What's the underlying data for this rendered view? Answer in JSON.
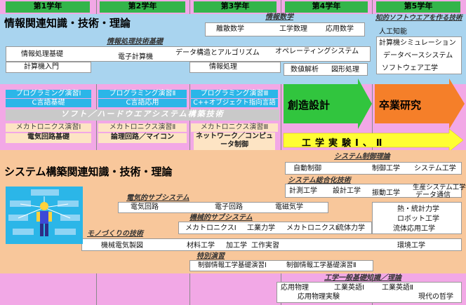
{
  "years": [
    "第1学年",
    "第2学年",
    "第3学年",
    "第4学年",
    "第5学年"
  ],
  "colors": {
    "background": "#f2a8e6",
    "year_header": "#33b54a",
    "info_area": "#a9d4ef",
    "system_area": "#f8c79b",
    "cyan": "#2bb6e8",
    "green_arrow": "#31c53e",
    "orange_arrow": "#f57f29",
    "yellow": "#fffe33"
  },
  "info": {
    "title": "情報関連知識・技術・理論",
    "tech_base_label": "情報処理技術基礎",
    "math_label": "情報数学",
    "software_label": "知的ソフトウエアを作る技術",
    "courses": [
      "情報処理基礎",
      "計算機入門",
      "電子計算機",
      "データ構造とアルゴリズム",
      "情報処理",
      "オペレーティングシステム",
      "数値解析",
      "図形処理",
      "離散数学",
      "工学数理",
      "応用数学",
      "人工知能",
      "計算機シミュレーション",
      "データベースシステム",
      "ソフトウェア工学"
    ]
  },
  "middle": {
    "prog1": "プログラミング演習Ⅰ",
    "prog1_sub": "C言語基礎",
    "prog2": "プログラミング演習Ⅱ",
    "prog2_sub": "C言語応用",
    "prog3": "プログラミング演習Ⅲ",
    "prog3_sub": "C++オブジェクト指向言語",
    "band": "ソフト／ハードウエアシステム構築技術",
    "mecha1": "メカトロニクス演習Ⅰ",
    "mecha1_sub": "電気回路基礎",
    "mecha2": "メカトロニクス演習Ⅱ",
    "mecha2_sub": "論理回路／マイコン",
    "mecha3": "メカトロニクス演習Ⅲ",
    "mecha3_sub": "ネットワーク／コンピュータ制御",
    "creative": "創造設計",
    "graduation": "卒業研究",
    "experiment": "工学実験Ⅰ、Ⅱ"
  },
  "system": {
    "title": "システム構築関連知識・技術・理論",
    "control_label": "システム制御理論",
    "control": [
      "自動制御",
      "制御工学",
      "システム工学"
    ],
    "integration_label": "システム総合化技術",
    "integration": [
      "計測工学",
      "設計工学",
      "振動工学",
      "生産システム工学",
      "データ通信"
    ],
    "electrical_label": "電気的サブシステム",
    "electrical": [
      "電気回路",
      "電子回路",
      "電磁気学"
    ],
    "mechanical_label": "機械的サブシステム",
    "mechanical": [
      "メカトロニクスⅠ",
      "工業力学",
      "メカトロニクスⅡ",
      "流体力学",
      "熱・統計力学",
      "ロボット工学",
      "流体応用工学"
    ],
    "monozukuri_label": "モノづくりの技術",
    "monozukuri": [
      "機械電気製図",
      "材料工学",
      "加工学",
      "工作実習",
      "環境工学"
    ],
    "practice_label": "特別演習",
    "practice": [
      "制御情報工学基礎演習Ⅰ",
      "制御情報工学基礎演習Ⅱ"
    ],
    "general_label": "工学一般基礎知識／理論",
    "general": [
      "応用物理",
      "工業英語Ⅰ",
      "工業英語Ⅱ",
      "応用物理実験",
      "現代の哲学"
    ]
  }
}
